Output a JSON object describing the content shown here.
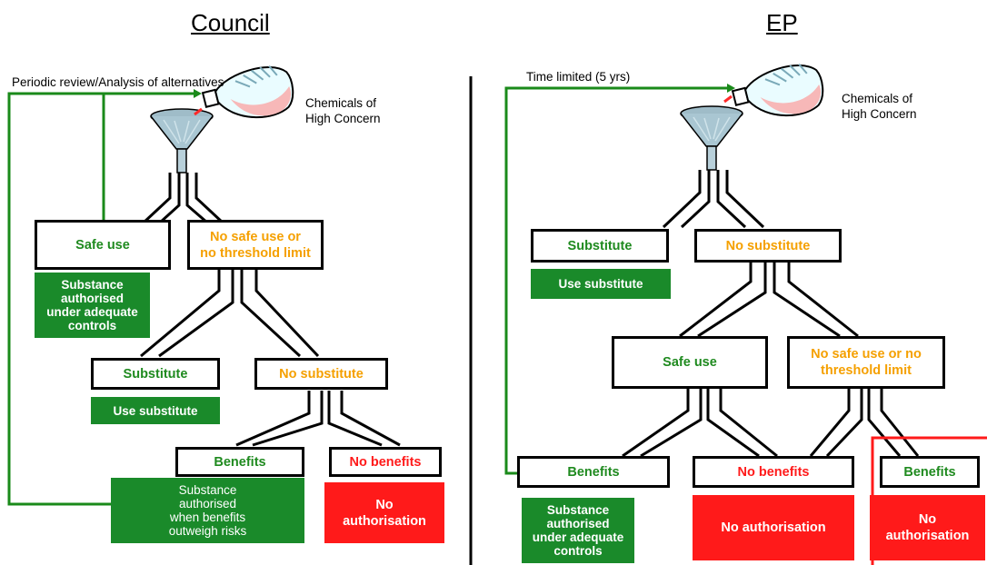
{
  "titles": {
    "council": "Council",
    "ep": "EP"
  },
  "council": {
    "loop_label": "Periodic review/Analysis of alternatives",
    "chem_label": [
      "Chemicals of",
      "High Concern"
    ],
    "safe_use": "Safe use",
    "no_safe_use": [
      "No safe use or",
      "no threshold limit"
    ],
    "res_authorised": [
      "Substance",
      "authorised",
      "under adequate",
      "controls"
    ],
    "substitute": "Substitute",
    "no_substitute": "No substitute",
    "use_substitute": "Use substitute",
    "benefits": "Benefits",
    "no_benefits": "No benefits",
    "res_benefits": [
      "Substance",
      "authorised",
      "when benefits",
      "outweigh risks"
    ],
    "res_no_auth": [
      "No",
      "authorisation"
    ]
  },
  "ep": {
    "loop_label": "Time limited (5 yrs)",
    "chem_label": [
      "Chemicals of",
      "High Concern"
    ],
    "substitute": "Substitute",
    "no_substitute": "No substitute",
    "use_substitute": "Use substitute",
    "safe_use": "Safe use",
    "no_safe_use": [
      "No safe use or no",
      "threshold limit"
    ],
    "benefits": "Benefits",
    "no_benefits": "No benefits",
    "benefits2": "Benefits",
    "res_authorised": [
      "Substance",
      "authorised",
      "under adequate",
      "controls"
    ],
    "res_no_auth": "No authorisation",
    "res_no_auth2": [
      "No",
      "authorisation"
    ]
  },
  "colors": {
    "green_text": "#1f8a1f",
    "orange_text": "#f5a000",
    "red": "#ff1a1a",
    "green_fill": "#1a8a2a",
    "loop_green": "#1a8a1a"
  },
  "icons": [
    "funnel-icon",
    "flask-icon"
  ]
}
